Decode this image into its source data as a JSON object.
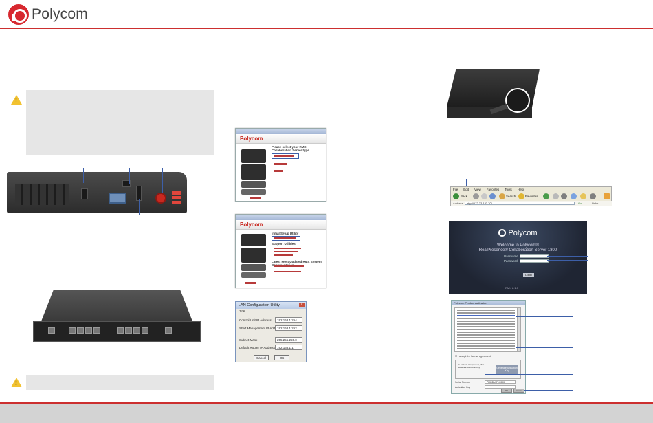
{
  "header": {
    "brand": "Polycom",
    "accent": "#cc2f2f"
  },
  "colors": {
    "callout": "#3d5fa8",
    "caution_bg": "#e6e6e6",
    "footer_bg": "#d3d3d3",
    "warning": "#f2c230"
  },
  "icons": {
    "caution": "warning-triangle-icon"
  },
  "installer": {
    "brand": "Polycom",
    "prompt": "Please select your RMX Collaboration Server type"
  },
  "docs_window": {
    "brand": "Polycom",
    "section1": "Initial Setup Utility",
    "section2": "Support Utilities",
    "section3": "Latest Most Updated RMX System Documentation"
  },
  "lan_dialog": {
    "title": "LAN Configuration Utility",
    "close": "X",
    "menu": "Help",
    "fields": [
      {
        "label": "Control Unit IP Address",
        "value": "192.168.1.254"
      },
      {
        "label": "Shelf Management IP Address",
        "value": "192.168.1.252"
      },
      {
        "label": "Subnet Mask",
        "value": "255.255.255.0"
      },
      {
        "label": "Default Router IP Address",
        "value": "192.168.1.1"
      }
    ],
    "cancel": "Cancel",
    "ok": "OK"
  },
  "browser": {
    "menu": [
      "File",
      "Edit",
      "View",
      "Favorites",
      "Tools",
      "Help"
    ],
    "back": "Back",
    "search": "Search",
    "favorites": "Favorites",
    "address_label": "Address",
    "address": "http://172.22.132.70/",
    "go": "Go",
    "links": "Links"
  },
  "login": {
    "brand": "Polycom",
    "welcome1": "Welcome to Polycom®",
    "welcome2": "RealPresence® Collaboration Server 1800",
    "username_label": "Username",
    "password_label": "Password",
    "login_button": "Login",
    "version": "RMX 8.1.0"
  },
  "license": {
    "title": "Polycom Product Activation",
    "accept": "I accept the license agreement",
    "generate": "Generate Activation Key",
    "activation_text": "To activate this product, click Generate Activation Key",
    "serial_label": "Serial Number",
    "serial_value": "PRODUCT-0000",
    "key_label": "Activation Key",
    "buttons": [
      "OK",
      "Cancel"
    ]
  }
}
